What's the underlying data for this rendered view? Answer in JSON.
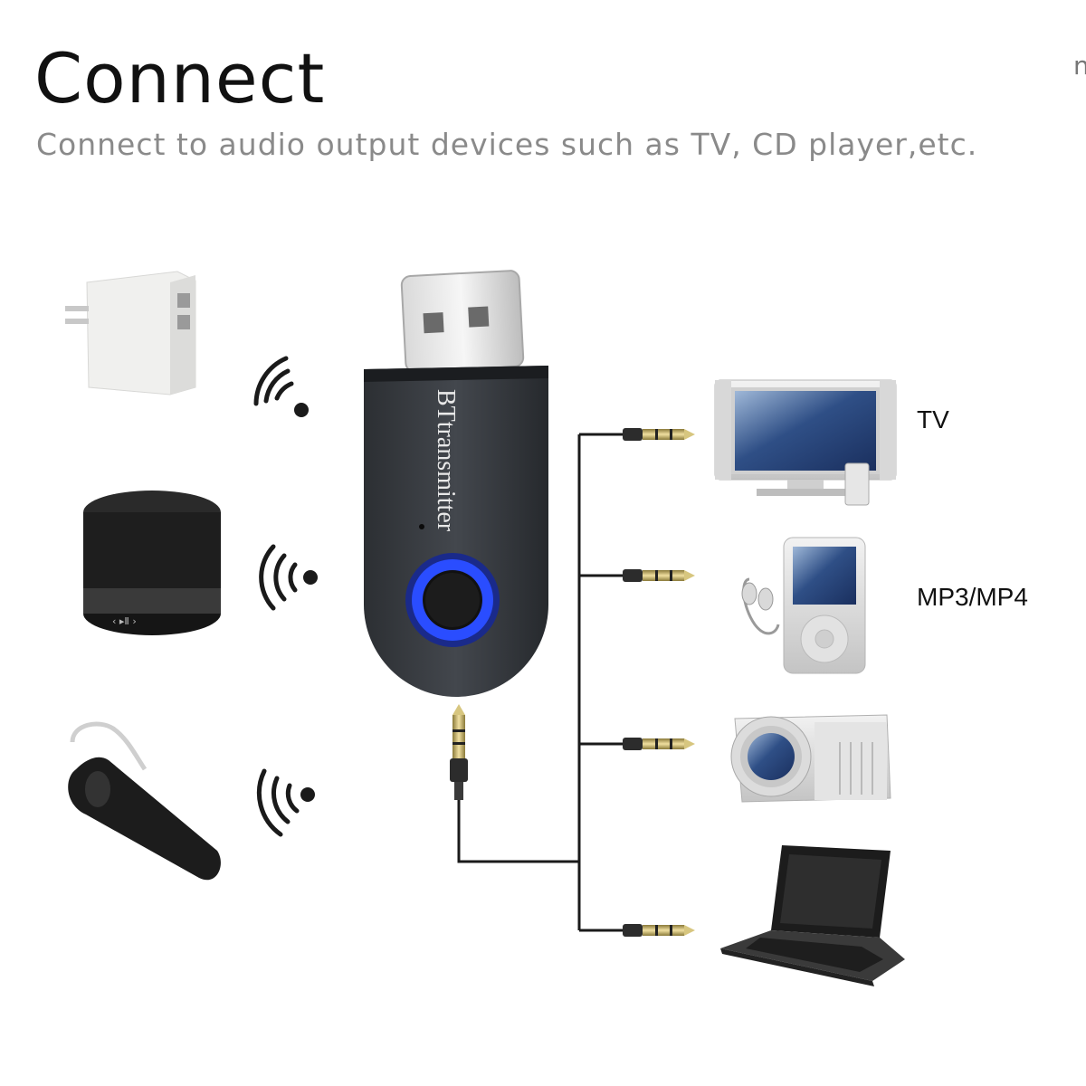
{
  "header": {
    "title": "Connect",
    "subtitle": "Connect to audio output devices such as TV, CD player,etc.",
    "edge_char": "n"
  },
  "transmitter": {
    "label": "BTtransmitter",
    "button_ring_color": "#2a4dff"
  },
  "devices_right": {
    "tv_label": "TV",
    "mp3_label": "MP3/MP4"
  },
  "icons": [
    "usb-wall-charger-icon",
    "bluetooth-speaker-icon",
    "bluetooth-headset-icon",
    "wireless-signal-icon",
    "aux-audio-jack-icon",
    "tv-icon",
    "mp3-player-icon",
    "projector-icon",
    "laptop-icon"
  ]
}
